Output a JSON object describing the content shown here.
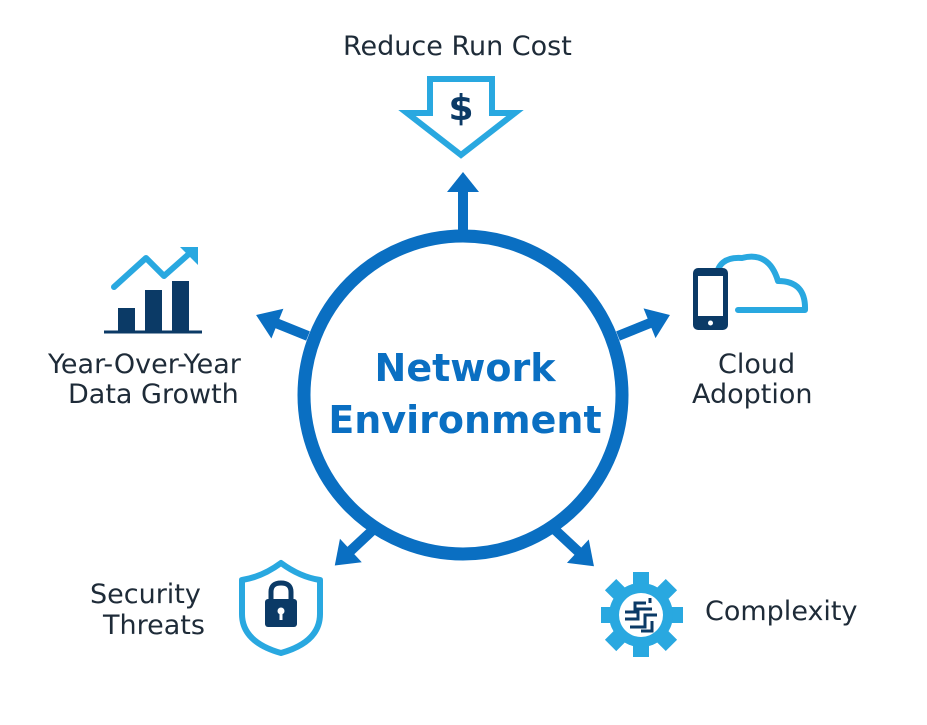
{
  "center": {
    "line1": "Network",
    "line2": "Environment"
  },
  "factors": {
    "reduce_run_cost": "Reduce Run Cost",
    "cloud_adoption": {
      "line1": "Cloud",
      "line2": "Adoption"
    },
    "data_growth": {
      "line1": "Year-Over-Year",
      "line2": "Data Growth"
    },
    "security_threats": {
      "line1": "Security",
      "line2": "Threats"
    },
    "complexity": "Complexity"
  },
  "icons": {
    "reduce_run_cost": "dollar-down-arrow-icon",
    "cloud_adoption": "phone-cloud-icon",
    "data_growth": "bar-chart-growth-icon",
    "security_threats": "shield-lock-icon",
    "complexity": "gear-circuit-icon"
  },
  "colors": {
    "primary_blue": "#0a6fc2",
    "light_blue": "#29a8e0",
    "navy": "#0b3a66",
    "text": "#1e2b38"
  }
}
